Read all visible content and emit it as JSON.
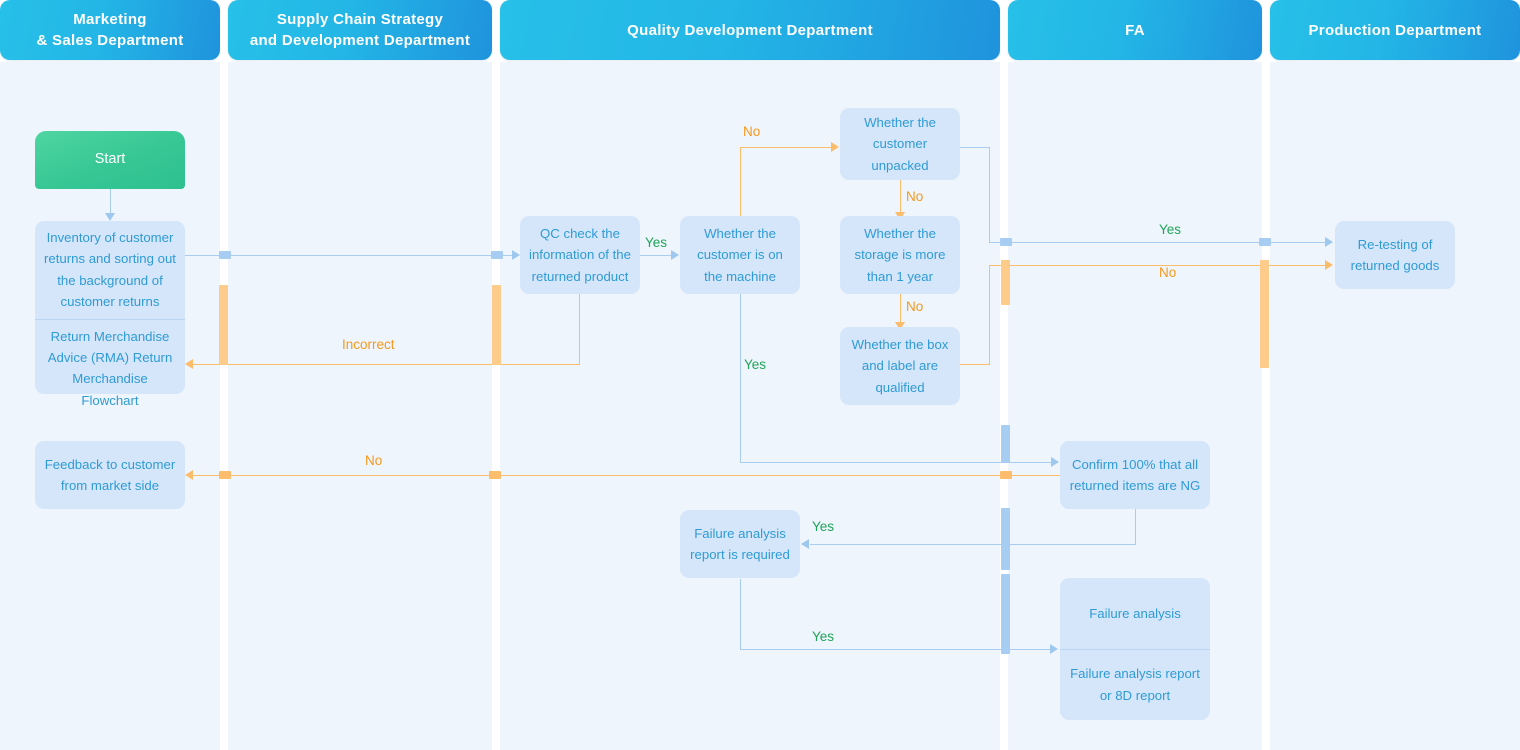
{
  "title": "Return Merchandise Advice (RMA) Return Merchandise Flowchart",
  "colors": {
    "lane_header_from": "#27c0e8",
    "lane_header_to": "#1f93dd",
    "lane_background": "#eff5fd",
    "node_fill": "#d5e6fb",
    "node_text": "#2e9bd6",
    "start_fill": "#36c795",
    "yes_label": "#1fa558",
    "no_label": "#f4991f",
    "connector_blue": "#a9cdf0",
    "connector_orange": "#fbbd6b"
  },
  "lanes": [
    {
      "id": "marketing",
      "title_line1": "Marketing",
      "title_line2": "& Sales Department"
    },
    {
      "id": "supplychain",
      "title_line1": "Supply Chain Strategy",
      "title_line2": "and Development Department"
    },
    {
      "id": "quality",
      "title_line1": "Quality Development Department",
      "title_line2": ""
    },
    {
      "id": "fa",
      "title_line1": "FA",
      "title_line2": ""
    },
    {
      "id": "production",
      "title_line1": "Production Department",
      "title_line2": ""
    }
  ],
  "nodes": {
    "start": {
      "label": "Start"
    },
    "inventory": {
      "seg1": "Inventory of customer returns and sorting out the background of customer returns",
      "seg2": "Return Merchandise Advice (RMA) Return Merchandise Flowchart"
    },
    "feedback": {
      "label": "Feedback to customer from market side"
    },
    "qc_check": {
      "label": "QC check the information of the returned product"
    },
    "on_machine": {
      "label": "Whether the customer is on the machine"
    },
    "unpacked": {
      "label": "Whether the customer unpacked"
    },
    "storage": {
      "label": "Whether the storage is more than 1 year"
    },
    "box_label": {
      "label": "Whether the box and label are qualified"
    },
    "retesting": {
      "label": "Re-testing of returned goods"
    },
    "confirm_ng": {
      "label": "Confirm 100% that all returned items are NG"
    },
    "fa_report_required": {
      "label": "Failure analysis report is required"
    },
    "failure_analysis": {
      "seg1": "Failure analysis",
      "seg2": "Failure analysis report or 8D report"
    }
  },
  "edge_labels": {
    "qc_yes": "Yes",
    "machine_no": "No",
    "machine_yes": "Yes",
    "unpacked_no": "No",
    "storage_no": "No",
    "incorrect": "Incorrect",
    "retest_yes": "Yes",
    "retest_no": "No",
    "feedback_no": "No",
    "fa_required_yes": "Yes",
    "fa_report_yes": "Yes"
  }
}
